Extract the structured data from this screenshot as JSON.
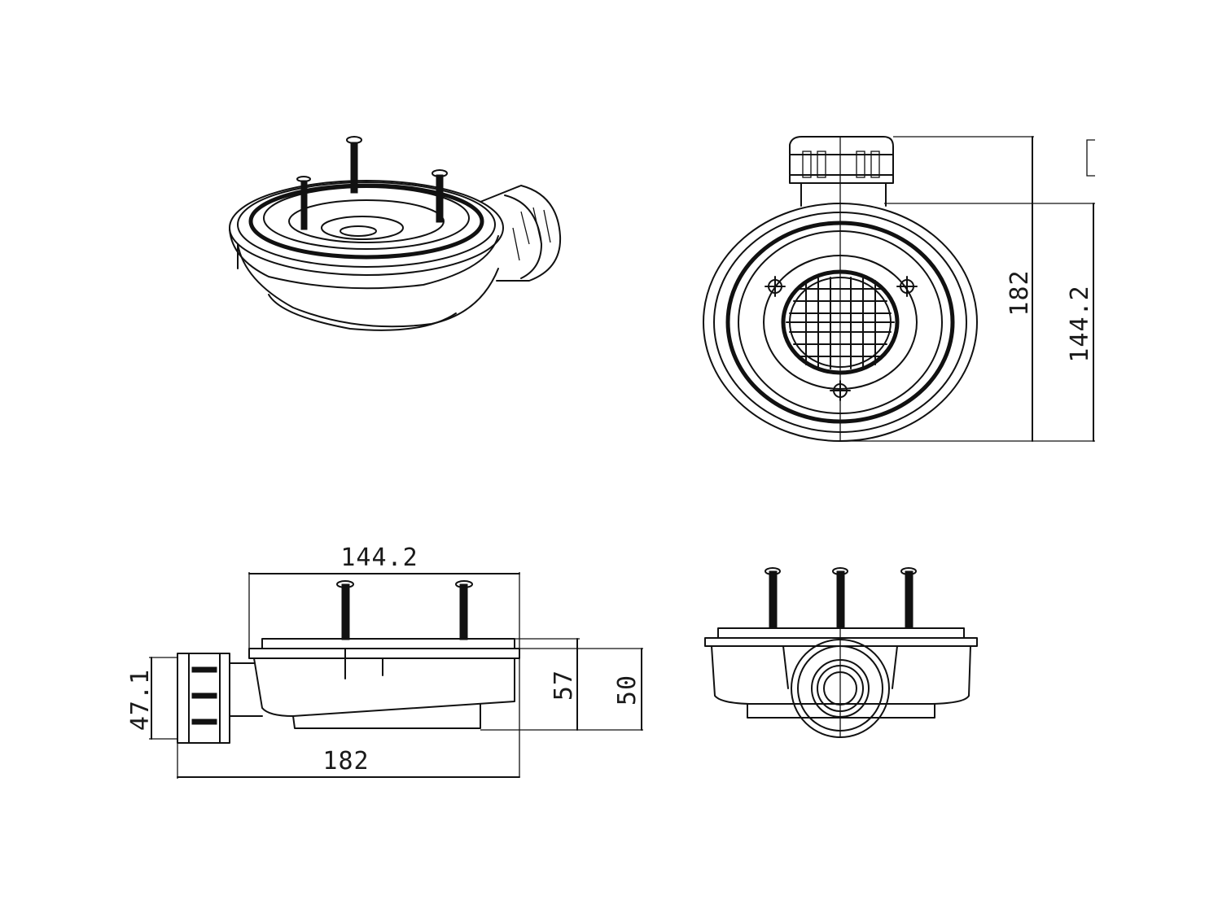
{
  "drawing": {
    "line_color": "#111111",
    "background": "#ffffff"
  },
  "dimensions": {
    "top_view_height": "182",
    "top_view_body": "144.2",
    "side_width_top": "144.2",
    "side_overall_length": "182",
    "side_outlet_height": "47.1",
    "side_height_57": "57",
    "side_height_50": "50"
  }
}
